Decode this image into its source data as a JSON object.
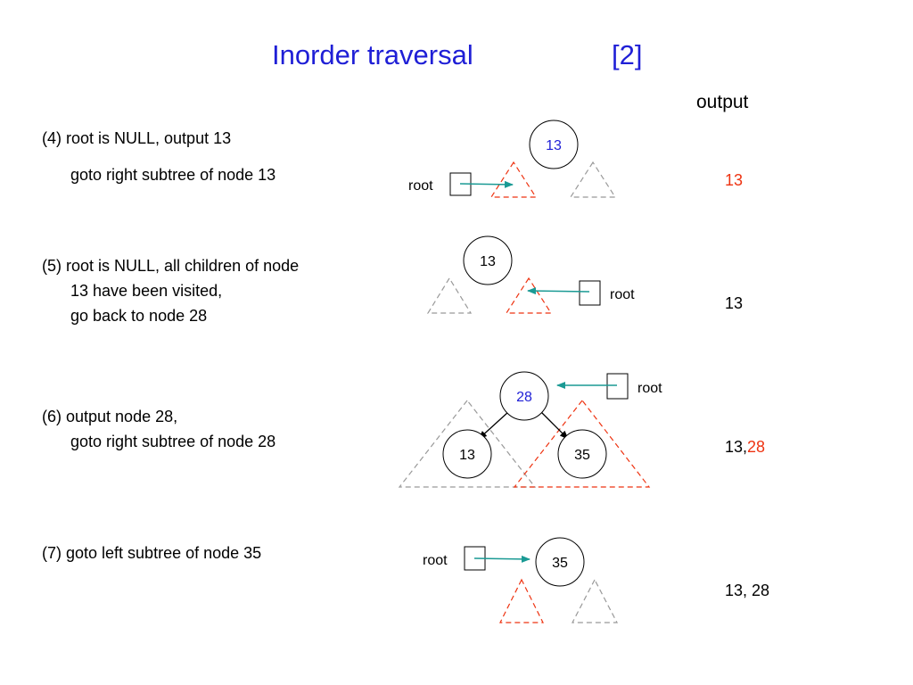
{
  "title": {
    "main": "Inorder traversal",
    "suffix": "[2]"
  },
  "output_header": "output",
  "steps": [
    {
      "lines": [
        "(4) root is NULL, output 13",
        "goto right subtree of node 13"
      ],
      "output_plain": "",
      "output_highlight": "13"
    },
    {
      "lines": [
        "(5) root is NULL, all children of node",
        "13 have been visited,",
        "go back to node 28"
      ],
      "output_plain": "13",
      "output_highlight": ""
    },
    {
      "lines": [
        "(6) output node 28,",
        "goto right subtree of node 28"
      ],
      "output_plain": "13,",
      "output_highlight": "28"
    },
    {
      "lines": [
        "(7) goto left subtree of node 35"
      ],
      "output_plain": "13, 28",
      "output_highlight": ""
    }
  ],
  "diagram": {
    "root_label": "root",
    "nodes": [
      "13",
      "13",
      "28",
      "13",
      "35",
      "35"
    ]
  },
  "colors": {
    "title": "#1f1fd6",
    "highlight": "#ee3311",
    "arrow": "#1a9a94",
    "subtree_gray": "#999999",
    "node_highlight": "#1f1fd6"
  }
}
